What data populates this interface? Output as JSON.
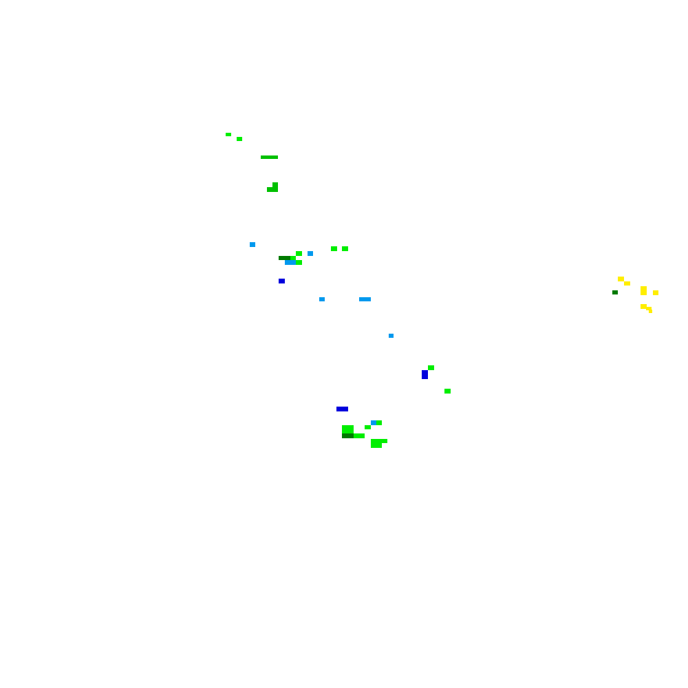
{
  "map": {
    "background": "#ffffff",
    "palette": {
      "bright_green": "#00ee00",
      "mid_green": "#00c000",
      "dark_green": "#007a00",
      "light_blue": "#0099ee",
      "blue": "#0000dd",
      "yellow": "#ffee00"
    },
    "pixel_clusters": [
      {
        "color": "bright_green",
        "cells": [
          [
            328,
            193,
            8,
            5
          ],
          [
            344,
            199,
            8,
            6
          ]
        ]
      },
      {
        "color": "mid_green",
        "cells": [
          [
            379,
            226,
            25,
            5
          ],
          [
            396,
            265,
            8,
            7
          ],
          [
            388,
            272,
            16,
            7
          ]
        ]
      },
      {
        "color": "light_blue",
        "cells": [
          [
            363,
            352,
            8,
            7
          ],
          [
            447,
            365,
            8,
            7
          ],
          [
            414,
            378,
            18,
            7
          ],
          [
            464,
            432,
            8,
            6
          ],
          [
            522,
            432,
            17,
            6
          ],
          [
            565,
            485,
            7,
            6
          ],
          [
            539,
            611,
            9,
            7
          ]
        ]
      },
      {
        "color": "bright_green",
        "cells": [
          [
            481,
            358,
            9,
            7
          ],
          [
            497,
            358,
            9,
            7
          ],
          [
            430,
            365,
            9,
            7
          ],
          [
            430,
            378,
            9,
            7
          ],
          [
            422,
            372,
            8,
            6
          ]
        ]
      },
      {
        "color": "dark_green",
        "cells": [
          [
            405,
            372,
            17,
            6
          ],
          [
            890,
            422,
            8,
            6
          ],
          [
            497,
            630,
            17,
            7
          ]
        ]
      },
      {
        "color": "blue",
        "cells": [
          [
            405,
            405,
            9,
            7
          ],
          [
            613,
            538,
            9,
            13
          ],
          [
            489,
            591,
            17,
            7
          ]
        ]
      },
      {
        "color": "yellow",
        "cells": [
          [
            898,
            402,
            9,
            7
          ],
          [
            907,
            409,
            9,
            6
          ],
          [
            931,
            416,
            9,
            13
          ],
          [
            949,
            422,
            8,
            7
          ],
          [
            931,
            442,
            9,
            7
          ],
          [
            939,
            446,
            8,
            5
          ],
          [
            943,
            450,
            5,
            5
          ]
        ]
      },
      {
        "color": "bright_green",
        "cells": [
          [
            622,
            531,
            9,
            7
          ],
          [
            646,
            565,
            9,
            7
          ],
          [
            547,
            611,
            8,
            7
          ],
          [
            530,
            618,
            9,
            6
          ],
          [
            497,
            618,
            17,
            12
          ],
          [
            514,
            630,
            16,
            7
          ],
          [
            539,
            638,
            24,
            6
          ],
          [
            539,
            644,
            16,
            7
          ]
        ]
      }
    ]
  }
}
